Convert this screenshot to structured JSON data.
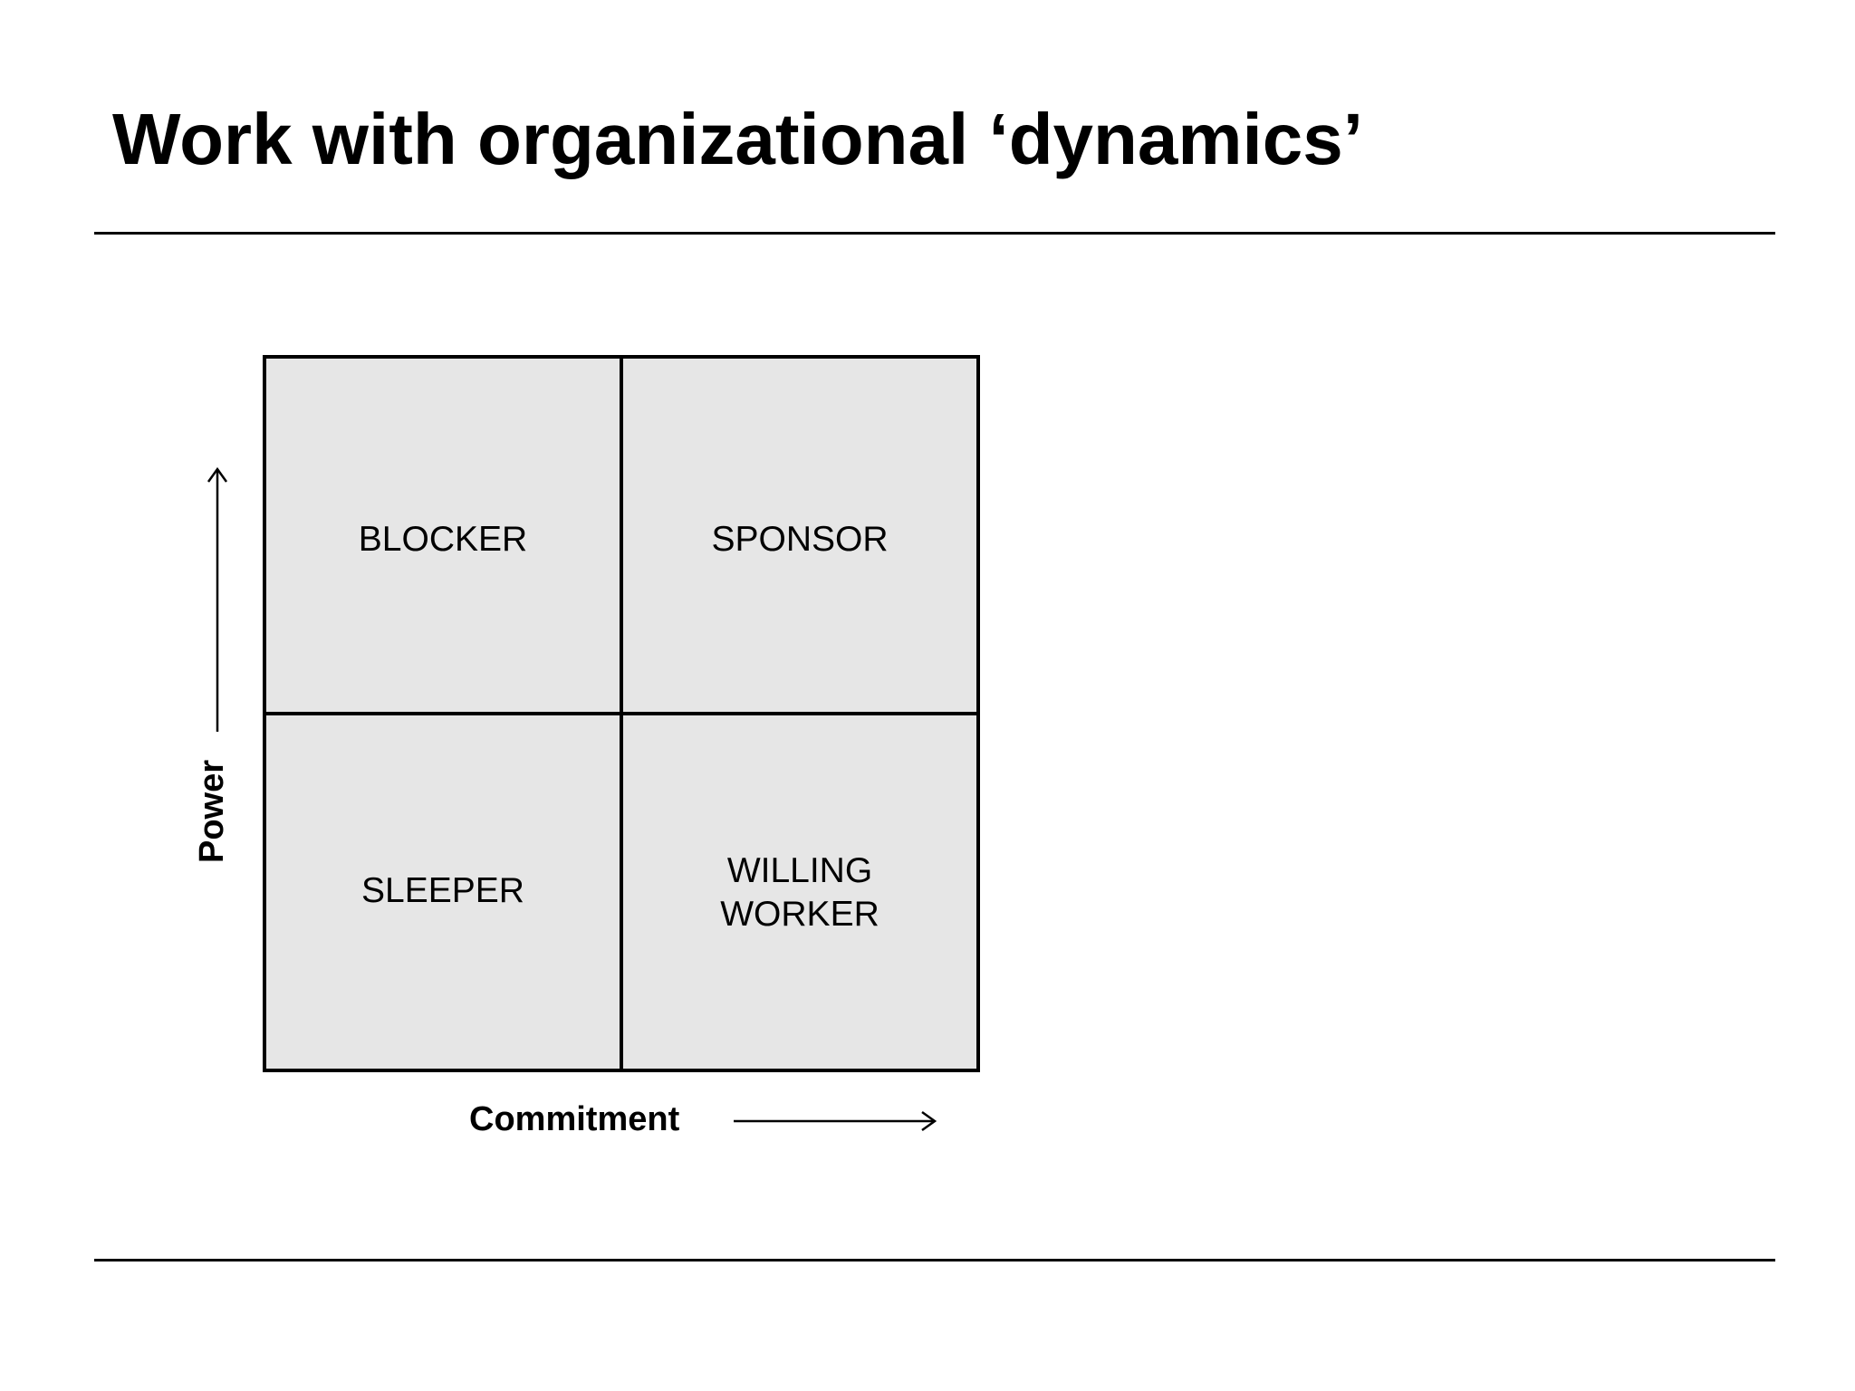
{
  "slide": {
    "title": "Work with organizational ‘dynamics’"
  },
  "matrix": {
    "cells": {
      "top_left": "BLOCKER",
      "top_right": "SPONSOR",
      "bottom_left": "SLEEPER",
      "bottom_right_line1": "WILLING",
      "bottom_right_line2": "WORKER"
    },
    "x_axis_label": "Commitment",
    "y_axis_label": "Power"
  },
  "colors": {
    "cell_fill": "#e6e6e6",
    "border": "#000000",
    "background": "#ffffff"
  }
}
